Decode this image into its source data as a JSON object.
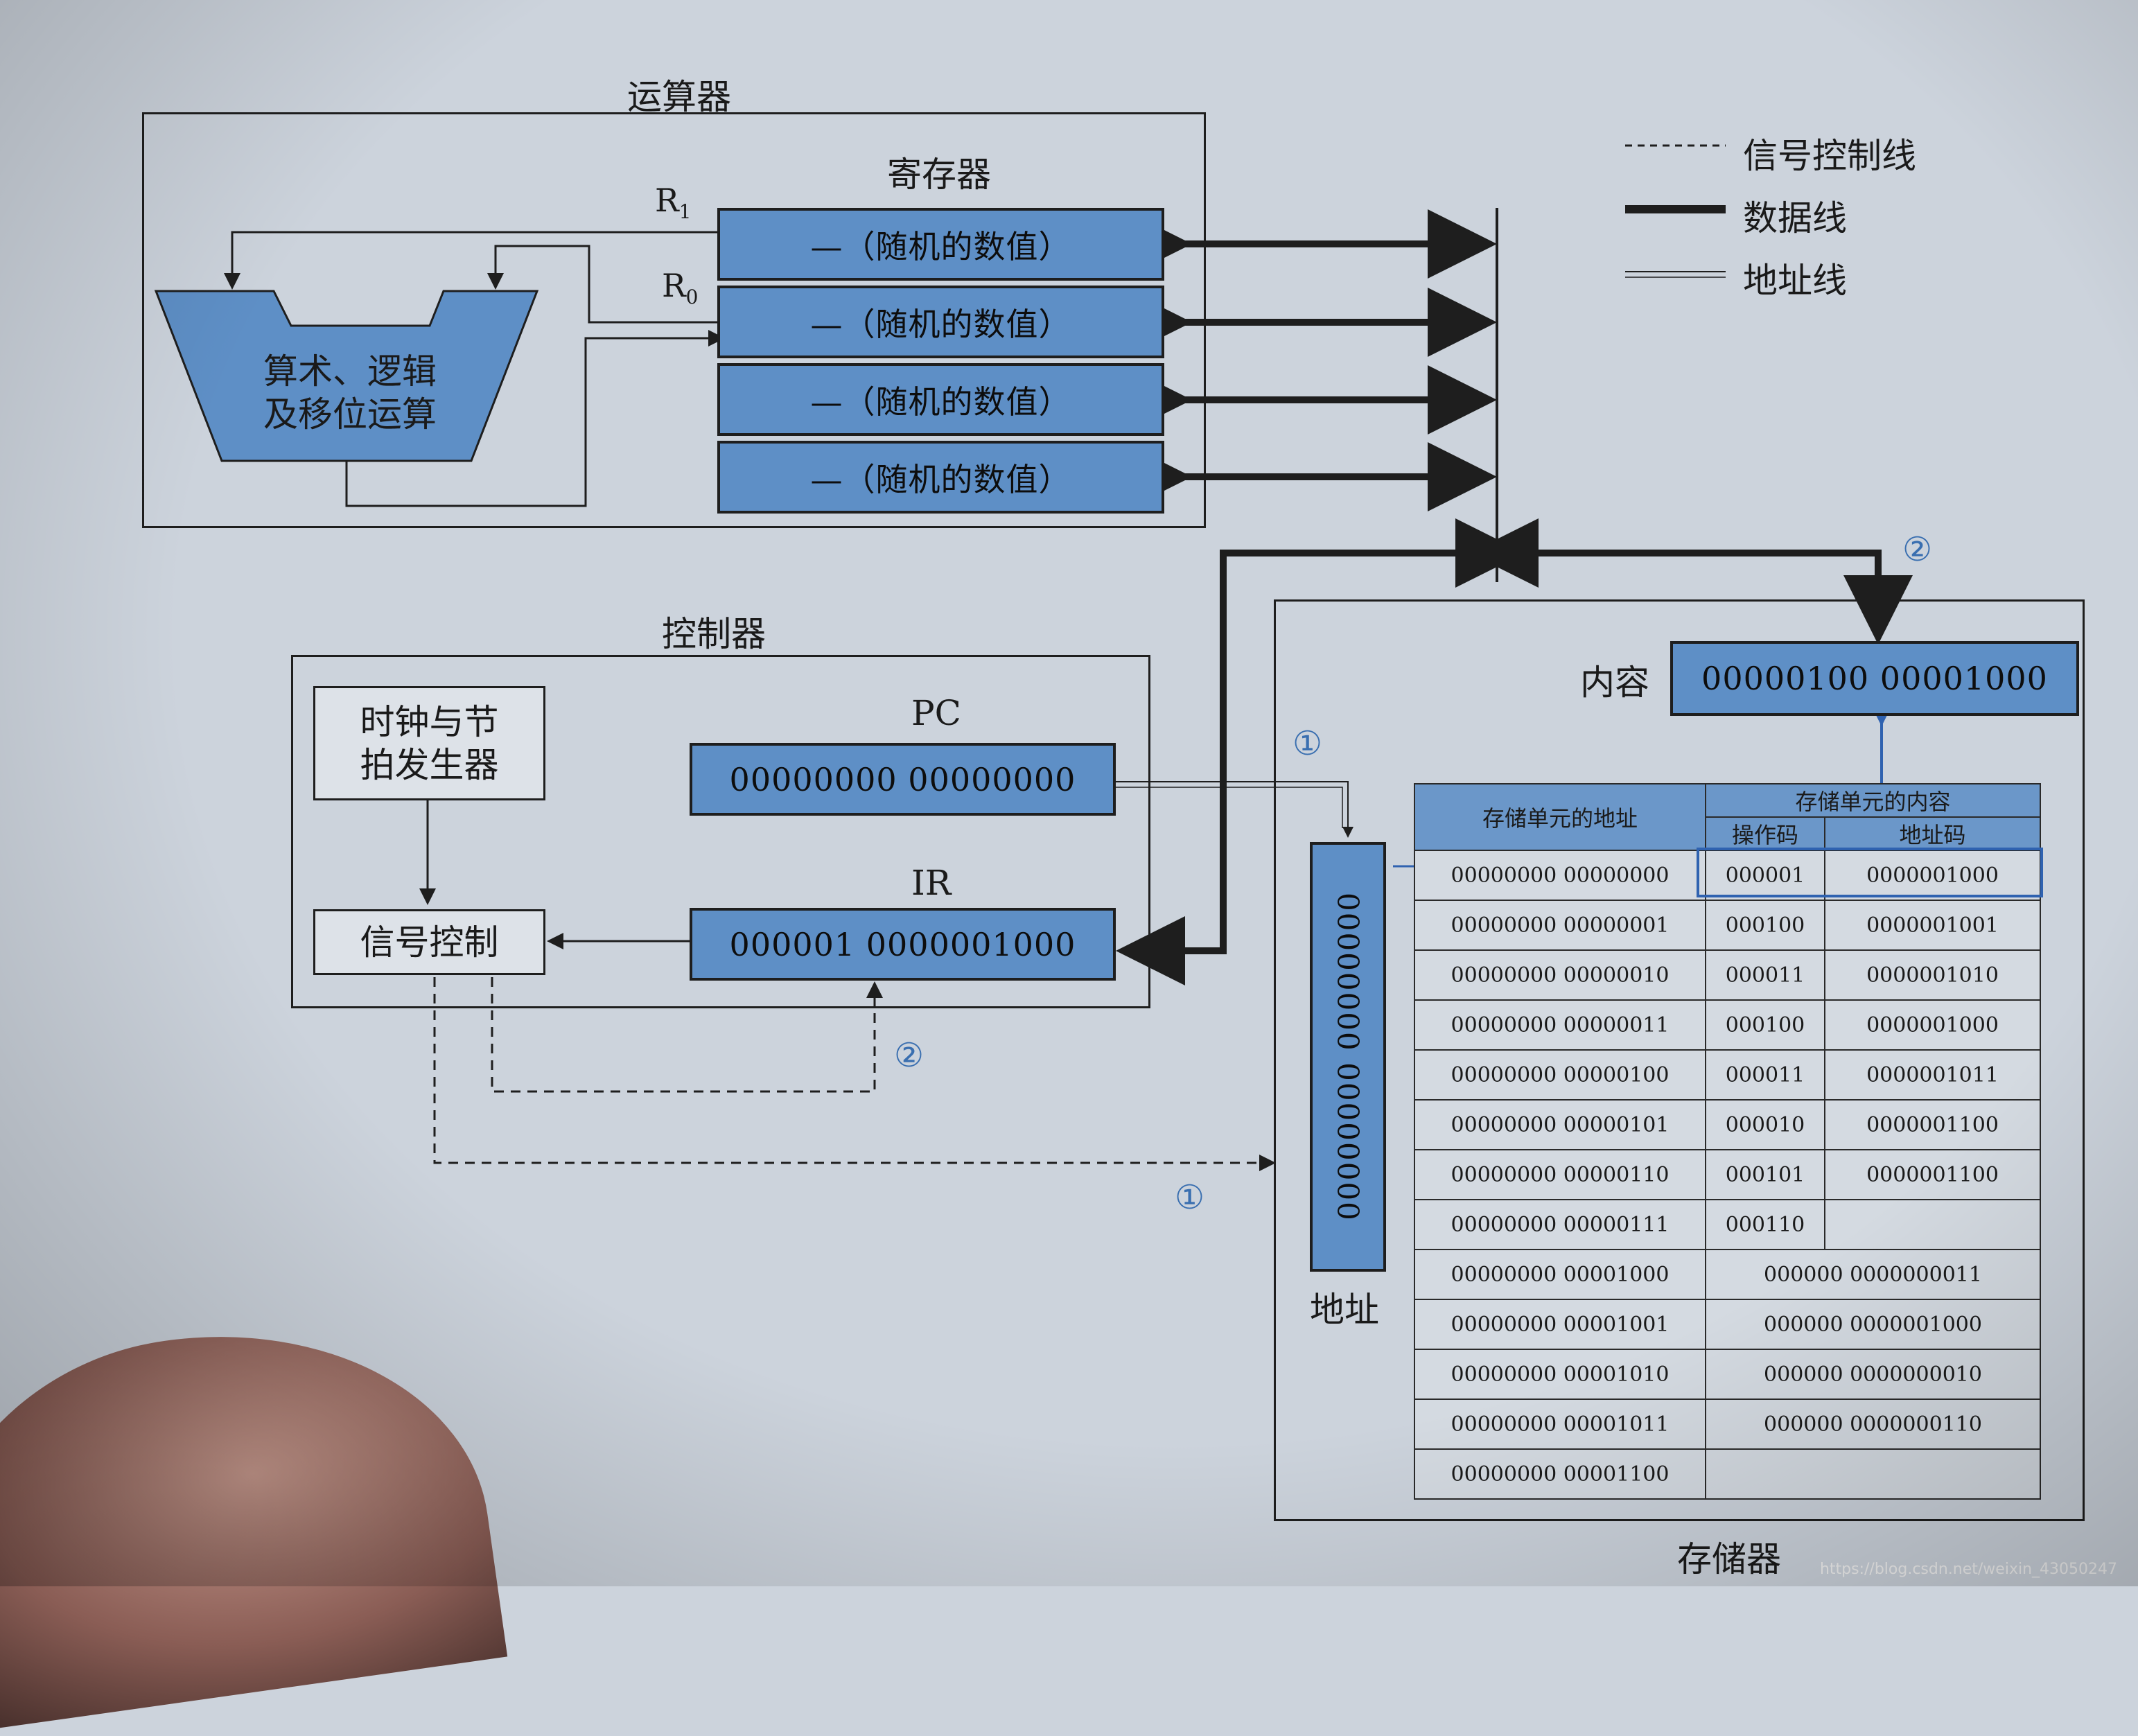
{
  "alu_section": {
    "title": "运算器",
    "register_title": "寄存器",
    "r1_label": "R",
    "r1_sub": "1",
    "r0_label": "R",
    "r0_sub": "0",
    "alu_line1": "算术、逻辑",
    "alu_line2": "及移位运算",
    "registers": [
      "—（随机的数值）",
      "—（随机的数值）",
      "—（随机的数值）",
      "—（随机的数值）"
    ]
  },
  "legend": {
    "signal_line": "信号控制线",
    "data_line": "数据线",
    "address_line": "地址线"
  },
  "controller": {
    "title": "控制器",
    "clock_line1": "时钟与节",
    "clock_line2": "拍发生器",
    "signal_control": "信号控制",
    "pc_label": "PC",
    "pc_value": "00000000  00000000",
    "ir_label": "IR",
    "ir_value": "000001  0000001000"
  },
  "memory": {
    "title": "存储器",
    "content_label": "内容",
    "content_value": "00000100  00001000",
    "address_label": "地址",
    "address_value": "00000000  00000000",
    "headers": {
      "address": "存储单元的地址",
      "content": "存储单元的内容",
      "opcode": "操作码",
      "addrcode": "地址码"
    },
    "rows": [
      {
        "addr": "00000000  00000000",
        "op": "000001",
        "ac": "0000001000"
      },
      {
        "addr": "00000000  00000001",
        "op": "000100",
        "ac": "0000001001"
      },
      {
        "addr": "00000000  00000010",
        "op": "000011",
        "ac": "0000001010"
      },
      {
        "addr": "00000000  00000011",
        "op": "000100",
        "ac": "0000001000"
      },
      {
        "addr": "00000000  00000100",
        "op": "000011",
        "ac": "0000001011"
      },
      {
        "addr": "00000000  00000101",
        "op": "000010",
        "ac": "0000001100"
      },
      {
        "addr": "00000000  00000110",
        "op": "000101",
        "ac": "0000001100"
      },
      {
        "addr": "00000000  00000111",
        "op": "000110",
        "ac": ""
      }
    ],
    "data_rows": [
      {
        "addr": "00000000  00001000",
        "val": "000000  0000000011"
      },
      {
        "addr": "00000000  00001001",
        "val": "000000  0000001000"
      },
      {
        "addr": "00000000  00001010",
        "val": "000000  0000000010"
      },
      {
        "addr": "00000000  00001011",
        "val": "000000  0000000110"
      },
      {
        "addr": "00000000  00001100",
        "val": ""
      }
    ]
  },
  "markers": {
    "step1": "①",
    "step2": "②"
  },
  "watermark": "https://blog.csdn.net/weixin_43050247"
}
